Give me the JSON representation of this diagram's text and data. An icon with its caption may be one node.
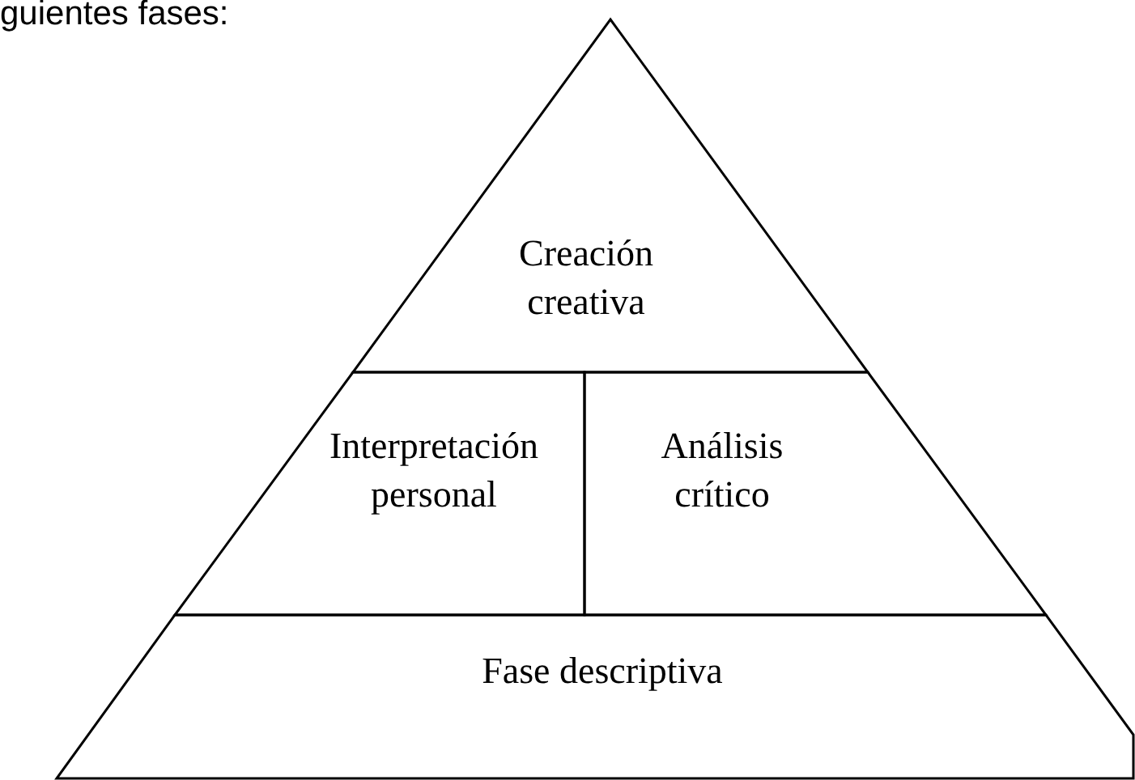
{
  "diagram": {
    "nodes": [
      {
        "text": [
          "Creación creativa"
        ]
      },
      {
        "text": [
          "Interpretación personal"
        ]
      },
      {
        "text": [
          "Análisis crítico"
        ]
      },
      {
        "text": [
          "Fase descriptiva"
        ]
      }
    ],
    "labels": [
      "guientes fases:"
    ]
  }
}
